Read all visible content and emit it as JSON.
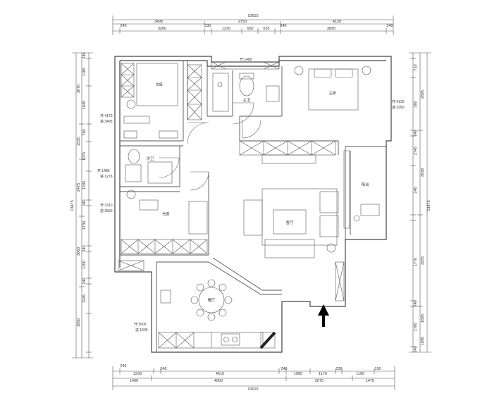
{
  "dims": {
    "top_total": "10615",
    "top_row1": [
      "3495",
      "2750",
      "4120"
    ],
    "top_row2": [
      "240",
      "3260",
      "230",
      "1220",
      "650",
      "655",
      "240",
      "3890",
      "240"
    ],
    "bottom_total": "10615",
    "bottom_row1": [
      "1400",
      "4950",
      "2675",
      "1470"
    ],
    "bottom_row2": [
      "240",
      "1230",
      "240",
      "4610",
      "240",
      "1085",
      "1170",
      "230",
      "1190",
      "150"
    ],
    "left_total": "13475",
    "left_row1": [
      "3070",
      "1535",
      "2475",
      "3060",
      "1850"
    ],
    "left_row2": [
      "240",
      "1185",
      "1645",
      "750",
      "1275",
      "1245",
      "240",
      "1730",
      "240",
      "1150",
      "240",
      "1245"
    ],
    "right_total": "13475",
    "right_row1": [
      "2895",
      "3930",
      "3255",
      "1695",
      "1690"
    ],
    "right_row2": [
      "710",
      "360",
      "240",
      "2745",
      "240",
      "1770",
      "240",
      "1700",
      "240"
    ]
  },
  "rooms": {
    "bedroom2": "次卧",
    "master_bedroom": "主卧",
    "bathroom": "主卫",
    "guest_bath": "次卫",
    "study": "书房",
    "living_room": "客厅",
    "balcony": "阳台",
    "dining": "餐厅"
  },
  "annotations": {
    "bedroom2_size": [
      "开:4170",
      "进:3495"
    ],
    "bath_top_size": "开:1480",
    "master_size": [
      "开:4120",
      "进:3260"
    ],
    "guest_bath_size": [
      "开:1485",
      "进:1276"
    ],
    "study_size": [
      "开:3310",
      "进:3550"
    ],
    "dining_size": [
      "开:2600",
      "进:1600"
    ]
  },
  "entrance_arrow": "up-arrow-icon"
}
